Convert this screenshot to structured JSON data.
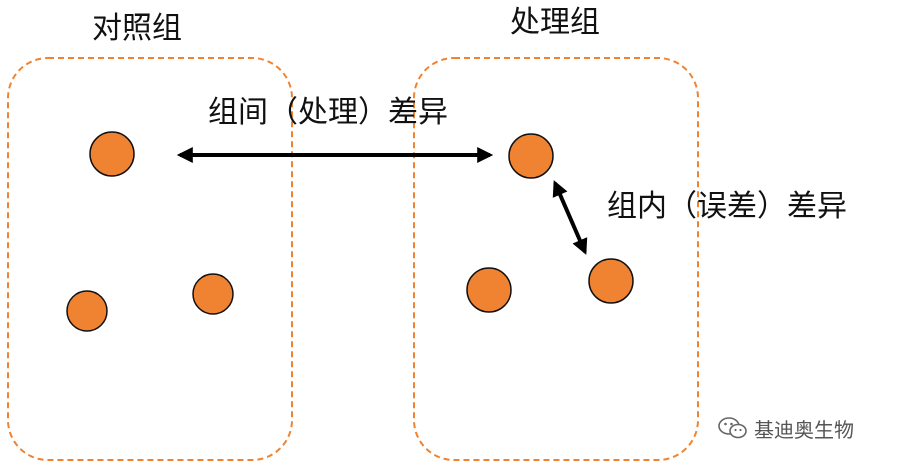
{
  "groups": {
    "control_title": "对照组",
    "treatment_title": "处理组"
  },
  "annotations": {
    "between_group": "组间（处理）差异",
    "within_group": "组内（误差）差异"
  },
  "watermark": {
    "icon": "wechat-icon",
    "text": "基迪奥生物"
  },
  "colors": {
    "dot_fill": "#EF8332",
    "dot_stroke": "#111111",
    "box_border": "#EF8332",
    "arrow": "#000000"
  }
}
